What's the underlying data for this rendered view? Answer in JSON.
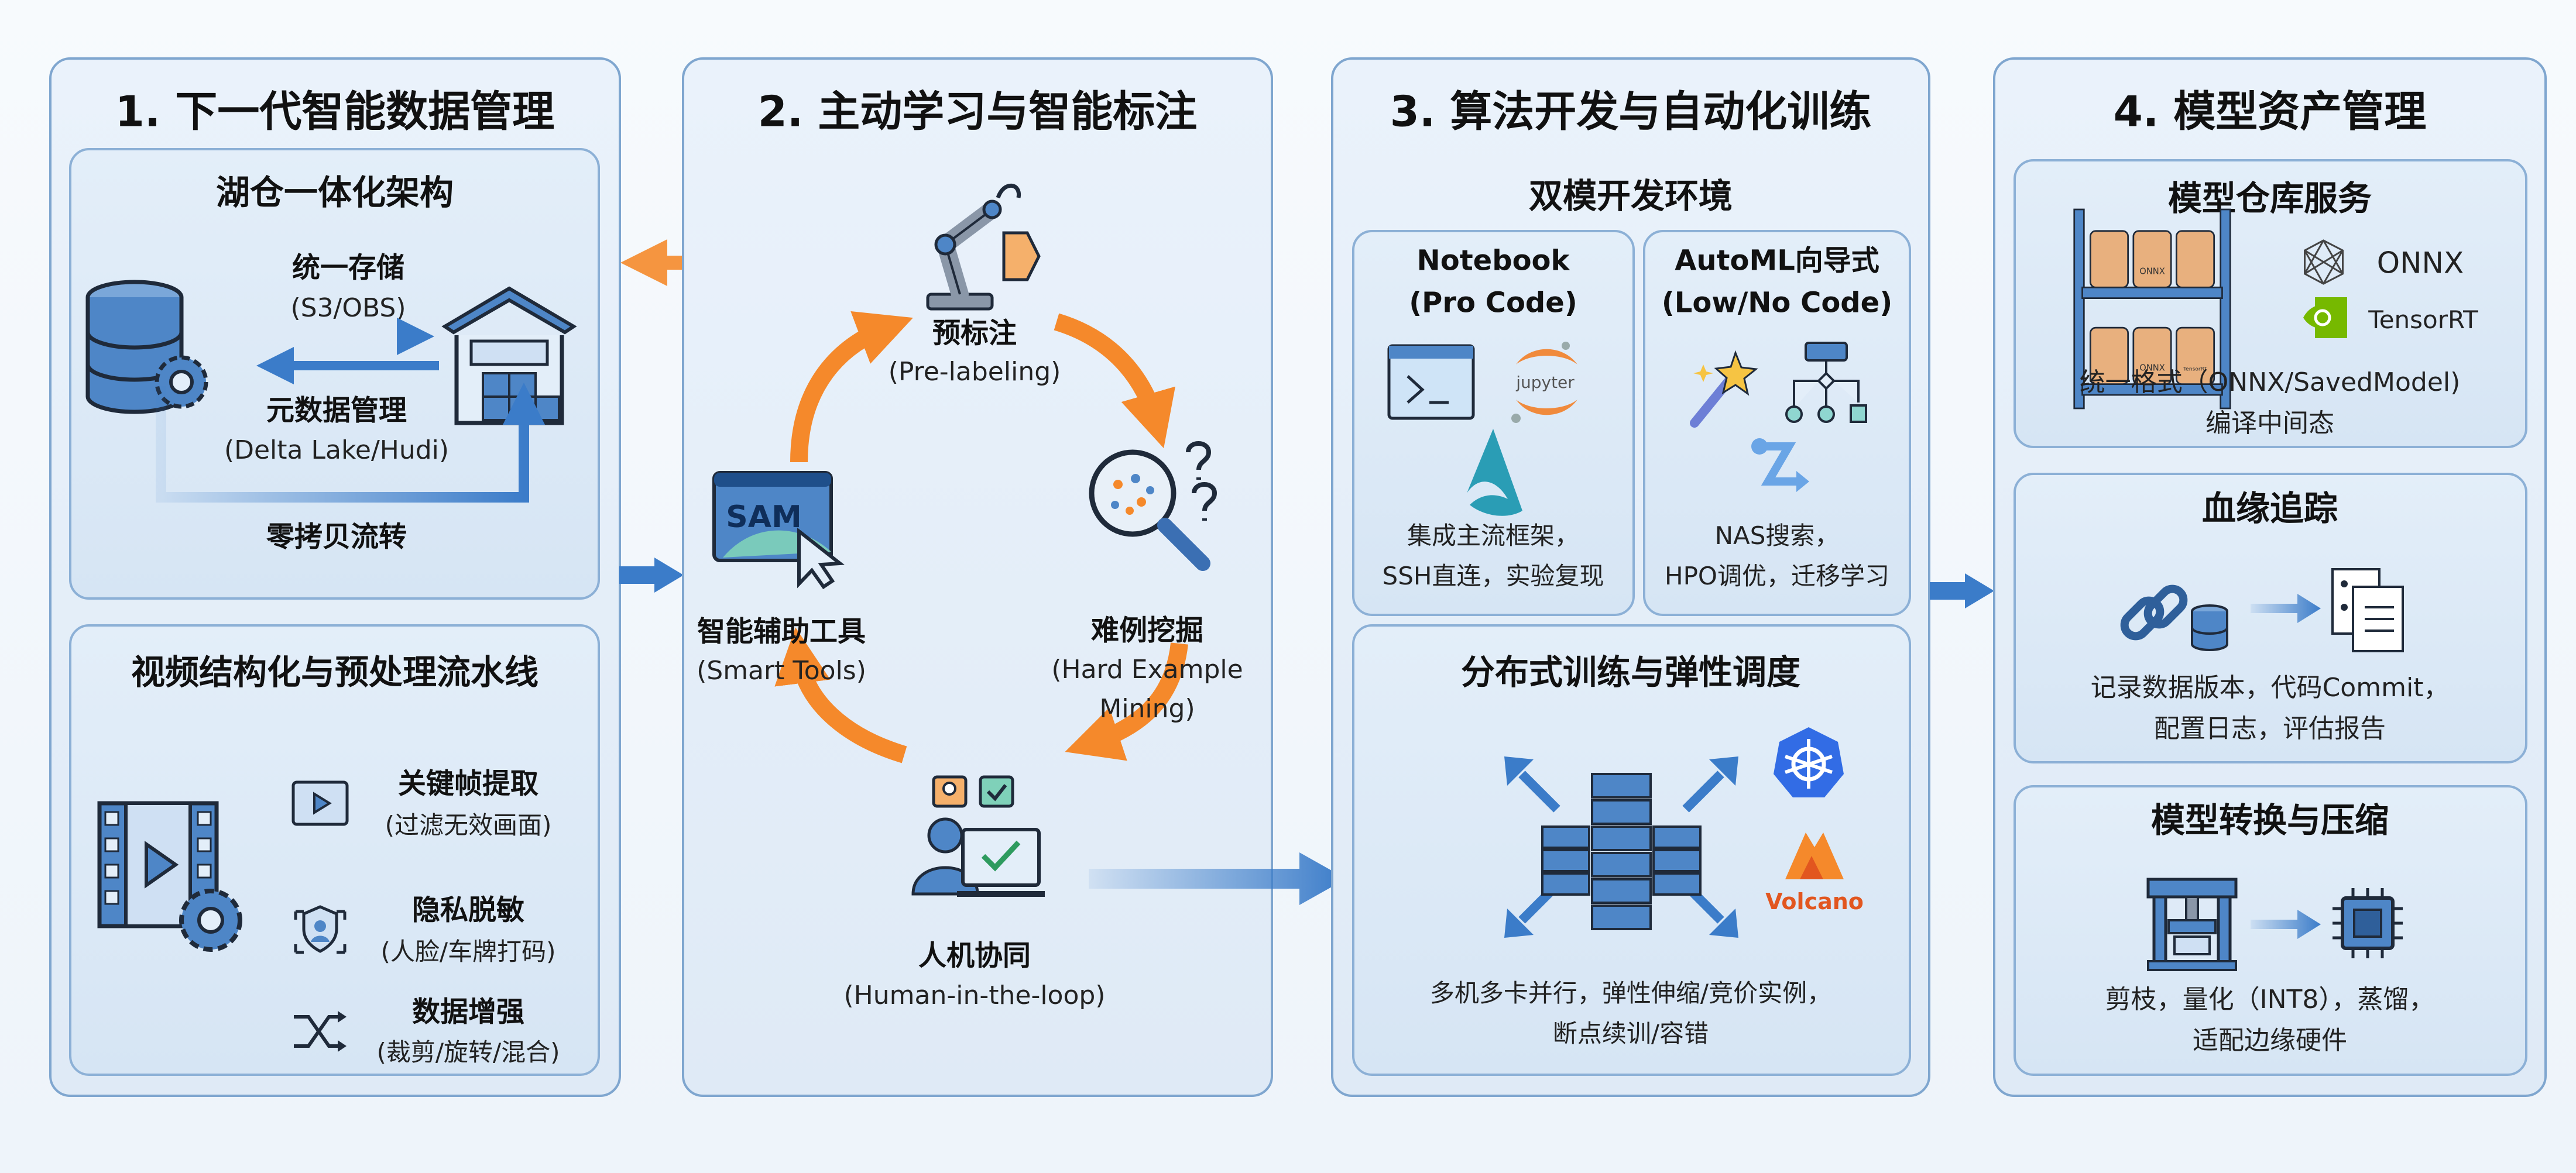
{
  "colors": {
    "accent_blue": "#3b7cc9",
    "accent_orange": "#f5892b",
    "panel_border": "#7fa6cf",
    "panel_fill": "#e3eef9"
  },
  "panel1": {
    "title": "1. 下一代智能数据管理",
    "lakehouse": {
      "title": "湖仓一体化架构",
      "storage": "统一存储",
      "storage_detail": "(S3/OBS)",
      "metadata": "元数据管理",
      "metadata_detail": "(Delta Lake/Hudi)",
      "zero_copy": "零拷贝流转",
      "icons": [
        "database-gear-icon",
        "warehouse-icon"
      ]
    },
    "video": {
      "title": "视频结构化与预处理流水线",
      "icon": "film-gear-icon",
      "items": [
        {
          "label": "关键帧提取",
          "detail": "(过滤无效画面)",
          "icon": "video-frame-icon"
        },
        {
          "label": "隐私脱敏",
          "detail": "(人脸/车牌打码)",
          "icon": "shield-face-icon"
        },
        {
          "label": "数据增强",
          "detail": "(裁剪/旋转/混合)",
          "icon": "shuffle-icon"
        }
      ]
    }
  },
  "panel2": {
    "title": "2. 主动学习与智能标注",
    "nodes": [
      {
        "label": "预标注",
        "detail": "(Pre-labeling)",
        "icon": "robot-arm-tag-icon"
      },
      {
        "label": "难例挖掘",
        "detail": "(Hard Example",
        "detail2": "Mining)",
        "icon": "magnifier-question-icon"
      },
      {
        "label": "人机协同",
        "detail": "(Human-in-the-loop)",
        "icon": "human-computer-icon"
      },
      {
        "label": "智能辅助工具",
        "detail": "(Smart Tools)",
        "icon": "sam-cursor-icon",
        "badge": "SAM"
      }
    ]
  },
  "panel3": {
    "title": "3. 算法开发与自动化训练",
    "dual": {
      "title": "双模开发环境",
      "notebook": {
        "title1": "Notebook",
        "title2": "(Pro Code)",
        "logo_text": "jupyter",
        "desc1": "集成主流框架，",
        "desc2": "SSH直连，实验复现",
        "icons": [
          "terminal-icon",
          "jupyter-icon",
          "framework-logo-icon"
        ]
      },
      "automl": {
        "title1": "AutoML向导式",
        "title2": "(Low/No Code)",
        "desc1": "NAS搜索，",
        "desc2": "HPO调优，迁移学习",
        "icons": [
          "magic-wand-icon",
          "flowchart-icon",
          "transfer-arrow-icon"
        ]
      }
    },
    "distributed": {
      "title": "分布式训练与弹性调度",
      "volcano": "Volcano",
      "desc1": "多机多卡并行，弹性伸缩/竞价实例，",
      "desc2": "断点续训/容错",
      "icons": [
        "server-cluster-icon",
        "kubernetes-icon",
        "volcano-icon"
      ]
    }
  },
  "panel4": {
    "title": "4. 模型资产管理",
    "repo": {
      "title": "模型仓库服务",
      "onnx": "ONNX",
      "tensorrt": "TensorRT",
      "box_label": "ONNX",
      "box_label2": "TensorRT",
      "desc1": "统一格式（ONNX/SavedModel)",
      "desc2": "编译中间态",
      "icons": [
        "shelf-boxes-icon",
        "onnx-icon",
        "nvidia-icon"
      ]
    },
    "lineage": {
      "title": "血缘追踪",
      "desc1": "记录数据版本，代码Commit，",
      "desc2": "配置日志，评估报告",
      "icons": [
        "chain-link-icon",
        "database-icon",
        "document-icon"
      ]
    },
    "convert": {
      "title": "模型转换与压缩",
      "desc1": "剪枝，量化（INT8），蒸馏，",
      "desc2": "适配边缘硬件",
      "icons": [
        "press-icon",
        "chip-icon"
      ]
    }
  }
}
